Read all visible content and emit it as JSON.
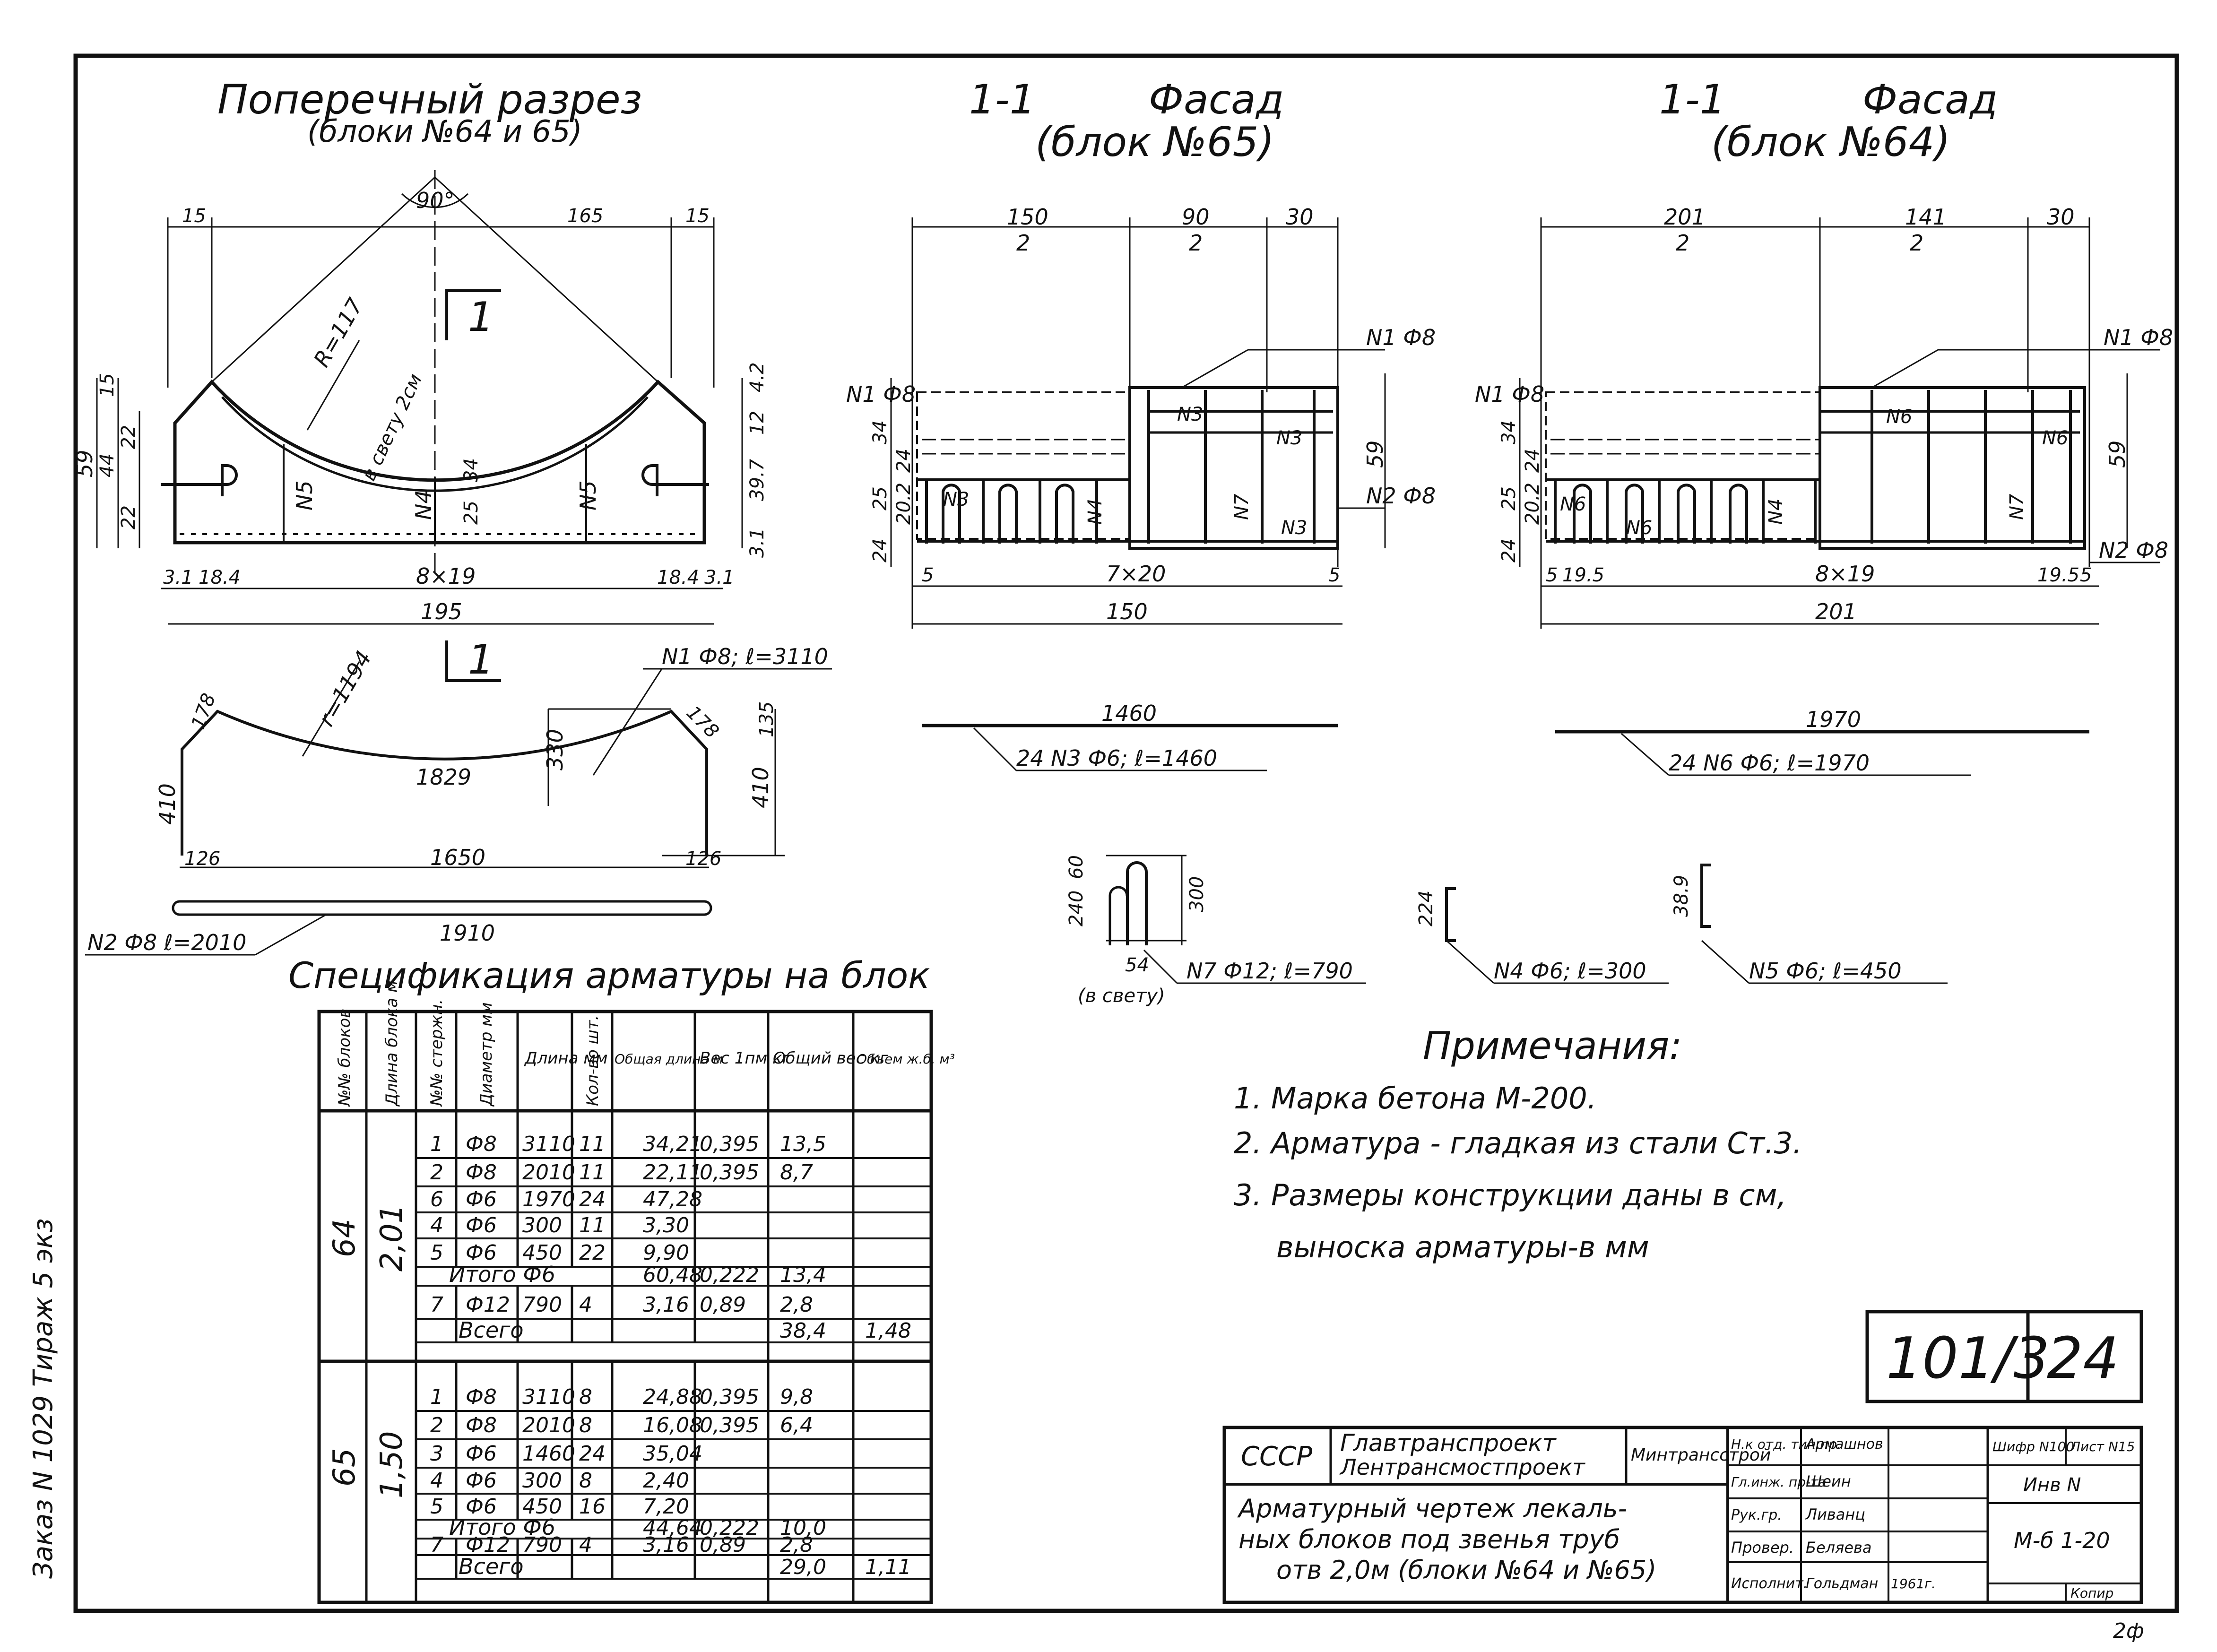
{
  "views": {
    "cross_section": {
      "title": "Поперечный разрез",
      "subtitle": "(блоки №64 и 65)",
      "angle": "90°",
      "dims_top": [
        "15",
        "165",
        "15"
      ],
      "radius_label": "R=117",
      "clear_label": "в свету 2см",
      "left_dims": [
        "15",
        "22",
        "44",
        "59",
        "22"
      ],
      "right_dims": [
        "4.2",
        "12",
        "39.7",
        "3.1"
      ],
      "inner_dims": [
        "34",
        "25"
      ],
      "bottom_dims": [
        "3.1",
        "18.4",
        "8×19",
        "18.4",
        "3.1"
      ],
      "total": "195",
      "section_mark": "1",
      "bar_labels": [
        "N5",
        "N4",
        "N5"
      ]
    },
    "facade_65": {
      "title": "Фасад",
      "subtitle": "(блок №65)",
      "section": "1-1",
      "dims_top": [
        "150",
        "2",
        "90",
        "2",
        "30"
      ],
      "bars": [
        "N1 Ф8",
        "N2 Ф8",
        "N3",
        "N3",
        "N3",
        "N4",
        "N7",
        "N3"
      ],
      "left_dims": [
        "34",
        "24",
        "20.2",
        "25",
        "24"
      ],
      "right_dim": "59",
      "bottom_dims": [
        "5",
        "7×20",
        "5"
      ],
      "total": "150"
    },
    "facade_64": {
      "title": "Фасад",
      "subtitle": "(блок №64)",
      "section": "1-1",
      "dims_top": [
        "201",
        "2",
        "141",
        "2",
        "30"
      ],
      "bars": [
        "N1 Ф8",
        "N2 Ф8",
        "N6",
        "N6",
        "N6",
        "N6",
        "N4",
        "N7"
      ],
      "left_dims": [
        "34",
        "24",
        "20.2",
        "25",
        "24"
      ],
      "right_dim": "59",
      "bottom_dims": [
        "5",
        "19.5",
        "8×19",
        "19.5",
        "5"
      ],
      "total": "201"
    }
  },
  "bars": {
    "n1": {
      "label": "N1 Ф8; ℓ=3110",
      "r": "r=1194",
      "chord": "1829",
      "rise": "330",
      "h": "410",
      "tip": "178",
      "end": "126",
      "span": "1650",
      "right": "135",
      "right_h": "410"
    },
    "n2": {
      "label": "N2 Ф8  ℓ=2010",
      "span": "1910"
    },
    "n3": {
      "label": "24 N3 Ф6; ℓ=1460",
      "len": "1460"
    },
    "n6": {
      "label": "24 N6 Ф6; ℓ=1970",
      "len": "1970"
    },
    "n7": {
      "label": "N7 Ф12; ℓ=790",
      "dims": [
        "240",
        "60",
        "300",
        "54"
      ],
      "clear": "(в свету)"
    },
    "n4": {
      "label": "N4 Ф6; ℓ=300",
      "dim": "224"
    },
    "n5": {
      "label": "N5 Ф6; ℓ=450",
      "dim": "38.9"
    }
  },
  "spec": {
    "title": "Спецификация арматуры на блок",
    "headers": [
      "№№ блоков",
      "Длина блока м",
      "№№ стержн.",
      "Диаметр мм",
      "Длина мм",
      "Кол-во шт.",
      "Общая длина м",
      "Вес 1пм кг",
      "Общий вес кг",
      "Объем ж.б. м³"
    ],
    "groups": [
      {
        "block": "64",
        "length": "2,01",
        "rows": [
          [
            "1",
            "Ф8",
            "3110",
            "11",
            "34,21",
            "0,395",
            "13,5"
          ],
          [
            "2",
            "Ф8",
            "2010",
            "11",
            "22,11",
            "0,395",
            "8,7"
          ],
          [
            "6",
            "Ф6",
            "1970",
            "24",
            "47,28",
            "",
            ""
          ],
          [
            "4",
            "Ф6",
            "300",
            "11",
            "3,30",
            "",
            ""
          ],
          [
            "5",
            "Ф6",
            "450",
            "22",
            "9,90",
            "",
            ""
          ]
        ],
        "subtotal_label": "Итого Ф6",
        "subtotal": [
          "60,48",
          "0,222",
          "13,4"
        ],
        "row7": [
          "7",
          "Ф12",
          "790",
          "4",
          "3,16",
          "0,89",
          "2,8"
        ],
        "total_label": "Всего",
        "total": [
          "38,4",
          "1,48"
        ]
      },
      {
        "block": "65",
        "length": "1,50",
        "rows": [
          [
            "1",
            "Ф8",
            "3110",
            "8",
            "24,88",
            "0,395",
            "9,8"
          ],
          [
            "2",
            "Ф8",
            "2010",
            "8",
            "16,08",
            "0,395",
            "6,4"
          ],
          [
            "3",
            "Ф6",
            "1460",
            "24",
            "35,04",
            "",
            ""
          ],
          [
            "4",
            "Ф6",
            "300",
            "8",
            "2,40",
            "",
            ""
          ],
          [
            "5",
            "Ф6",
            "450",
            "16",
            "7,20",
            "",
            ""
          ]
        ],
        "subtotal_label": "Итого Ф6",
        "subtotal": [
          "44,64",
          "0,222",
          "10,0"
        ],
        "row7": [
          "7",
          "Ф12",
          "790",
          "4",
          "3,16",
          "0,89",
          "2,8"
        ],
        "total_label": "Всего",
        "total": [
          "29,0",
          "1,11"
        ]
      }
    ]
  },
  "notes": {
    "title": "Примечания:",
    "items": [
      "1. Марка бетона М-200.",
      "2. Арматура - гладкая из стали Ст.3.",
      "3. Размеры конструкции даны в см,",
      "выноска арматуры-в мм"
    ]
  },
  "stamp": {
    "code": "101/3",
    "sheet_no": "24"
  },
  "title_block": {
    "country": "СССР",
    "org1": "Главтранспроект",
    "org2": "Лентрансмостпроект",
    "ministry": "Минтрансстрой",
    "title_lines": [
      "Арматурный чертеж лекаль-",
      "ных блоков под звенья труб",
      "отв 2,0м (блоки №64 и №65)"
    ],
    "roles": [
      "Н.к отд. тип.пр.",
      "Гл.инж. пр-та",
      "Рук.гр.",
      "Провер.",
      "Исполнит."
    ],
    "names": [
      "Армашнов",
      "Шеин",
      "Ливанц",
      "Беляева",
      "Гольдман"
    ],
    "year": "1961г.",
    "cipher_label": "Шифр N100",
    "sheet_label": "Лист N15",
    "inv": "Инв N",
    "code": "М-б 1-20",
    "copy": "Копир"
  },
  "margin": {
    "order": "Заказ N 1029   Тираж 5 экз",
    "corner": "2ф"
  }
}
